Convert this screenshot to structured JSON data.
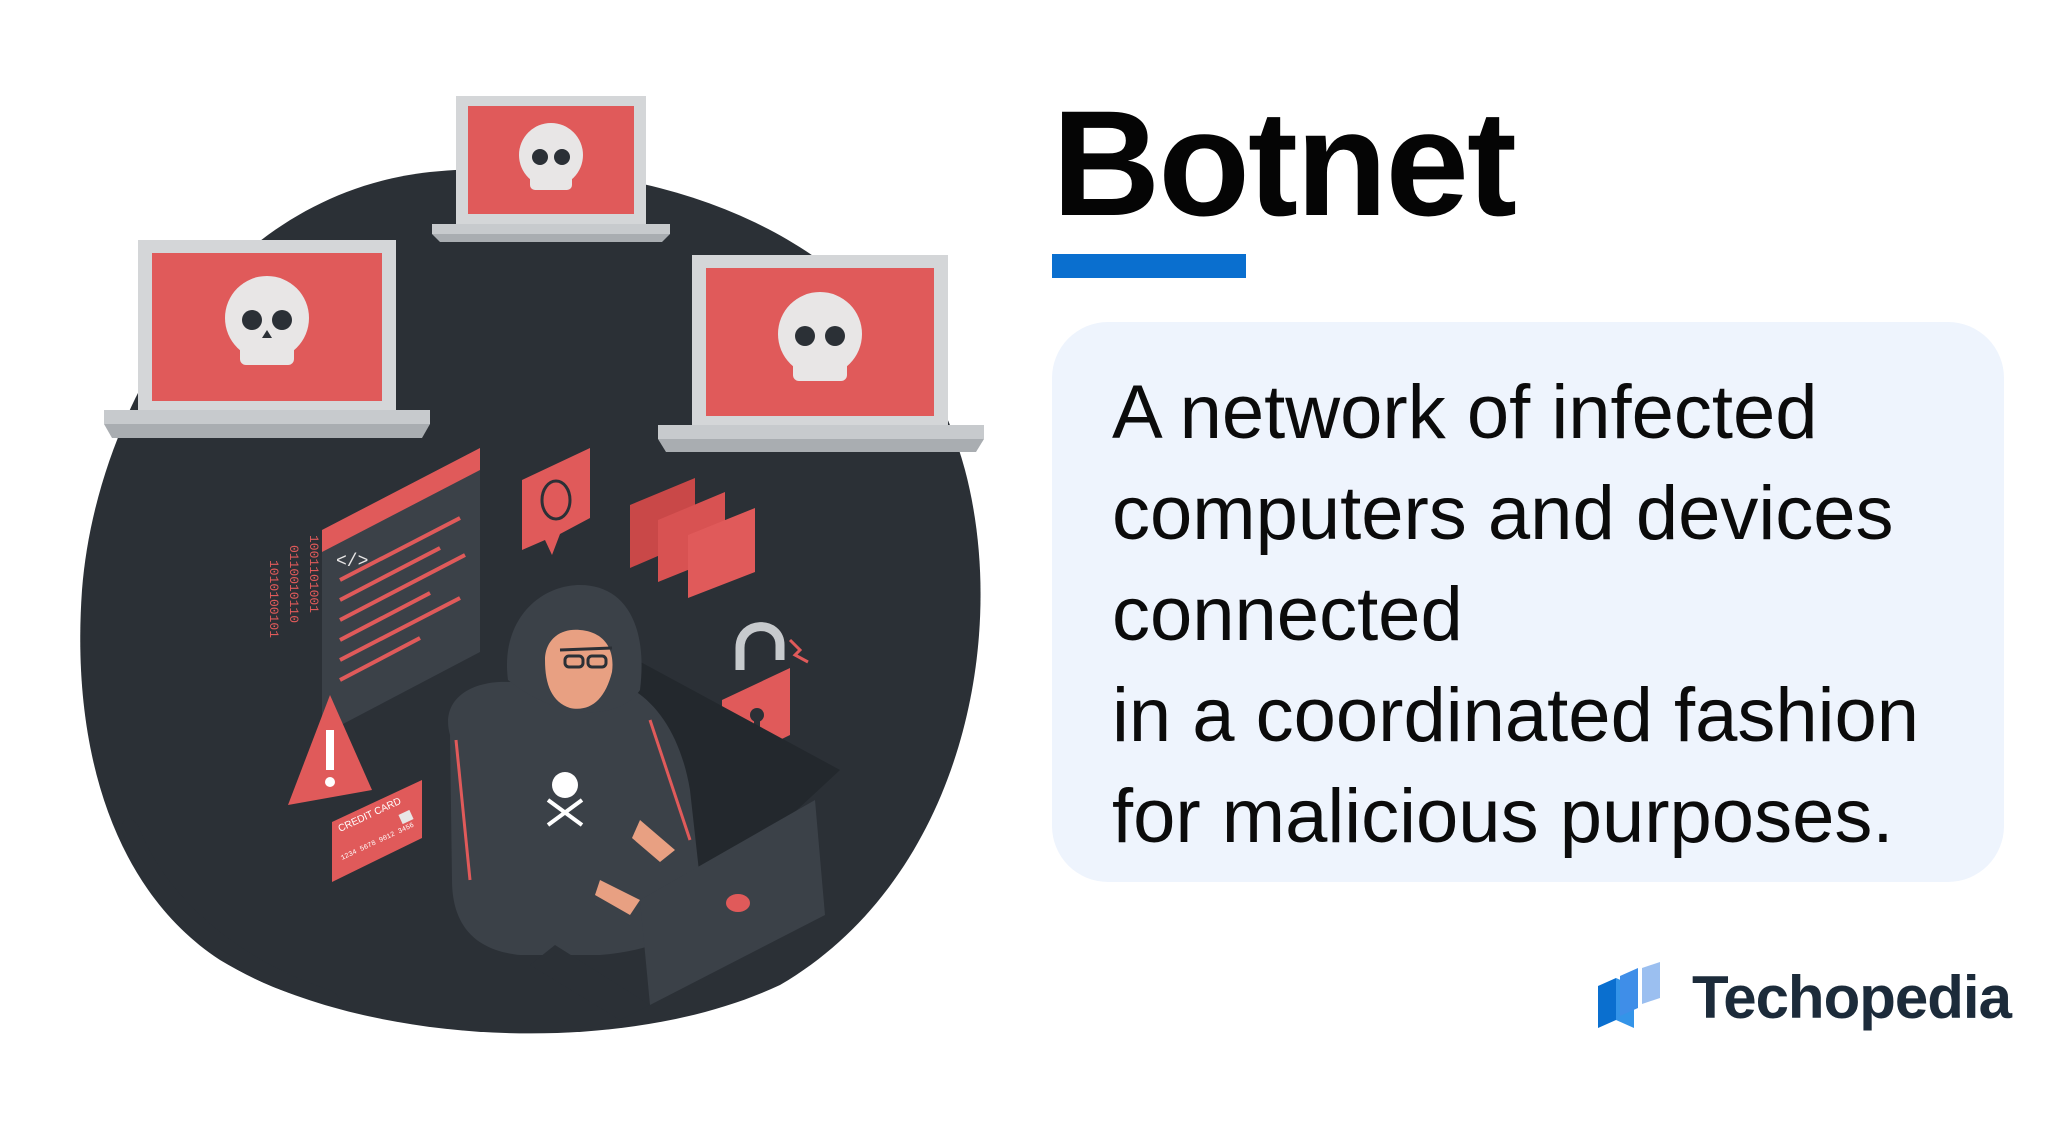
{
  "page": {
    "title": "Botnet",
    "definition_lines": [
      "A network of infected",
      "computers and devices",
      "connected",
      "in a coordinated fashion",
      "for malicious purposes."
    ]
  },
  "illustration": {
    "credit_card_label": "CREDIT CARD",
    "card_number": "1234 5678 9012 3456",
    "code_tag": "</>",
    "binary_columns": [
      "1010100101",
      "0110010110",
      "1001101001"
    ]
  },
  "brand": {
    "name": "Techopedia",
    "icon": "techopedia-logo-icon"
  },
  "colors": {
    "accent_blue": "#0a6fcf",
    "screen_red": "#e05a5a",
    "blob_dark": "#2b3036",
    "card_bg": "#eef4fd"
  }
}
